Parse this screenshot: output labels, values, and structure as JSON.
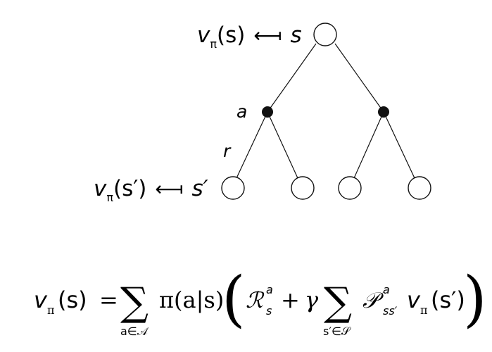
{
  "diagram": {
    "top_label": {
      "lhs": "v",
      "lhs_sub": "π",
      "lhs_arg": "(s)",
      "arrow": "⟻",
      "rhs": "s"
    },
    "action_label": "a",
    "reward_label": "r",
    "bottom_label": {
      "lhs": "v",
      "lhs_sub": "π",
      "lhs_arg": "(s′)",
      "arrow": "⟻",
      "rhs": "s′"
    }
  },
  "equation": {
    "lhs_v": "v",
    "lhs_sub": "π",
    "lhs_arg": "(s)",
    "equals": "=",
    "sum1": "∑",
    "sum1_sub": "a∈𝒜",
    "policy": "π(a|s)",
    "open_paren": "(",
    "reward": "ℛ",
    "reward_sub": "s",
    "reward_sup": "a",
    "plus": "+",
    "gamma": "γ",
    "sum2": "∑",
    "sum2_sub": "s′∈𝒮",
    "transition": "𝒫",
    "transition_sub": "ss′",
    "transition_sup": "a",
    "rhs_v": "v",
    "rhs_sub": "π",
    "rhs_arg": "(s′)",
    "close_paren": ")"
  }
}
